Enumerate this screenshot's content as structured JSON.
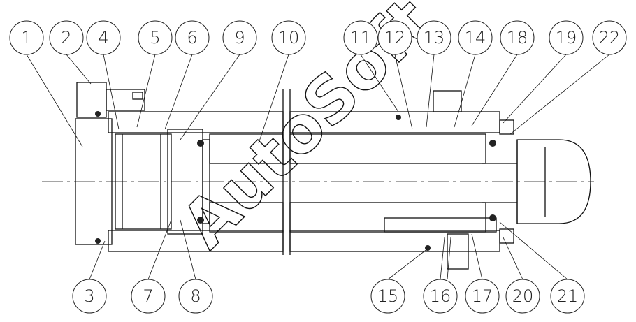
{
  "watermark": "AutoSoft",
  "callouts_top": [
    "1",
    "2",
    "4",
    "5",
    "6",
    "9",
    "10",
    "11",
    "12",
    "13",
    "14",
    "18",
    "19",
    "22"
  ],
  "callouts_bottom": [
    "3",
    "7",
    "8",
    "15",
    "16",
    "17",
    "20",
    "21"
  ]
}
